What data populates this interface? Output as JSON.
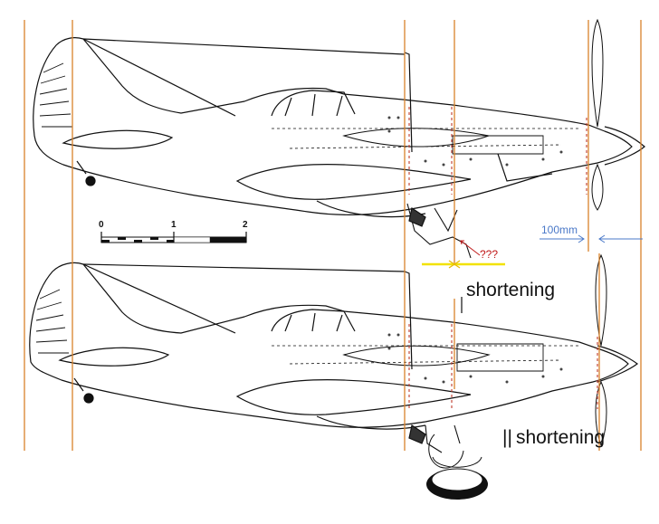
{
  "scale_bar": {
    "ticks": [
      "0",
      "1",
      "2"
    ]
  },
  "annotations": {
    "dimension_label": "100mm",
    "question_marks": "???",
    "shortening_top": "shortening",
    "shortening_bottom": "shortening",
    "shortening_bottom_marks": "||"
  },
  "colors": {
    "guide_lines": "#d9822b",
    "dimension": "#4a78c8",
    "question": "#c01818",
    "highlight": "#f2e200",
    "outline": "#111111"
  }
}
